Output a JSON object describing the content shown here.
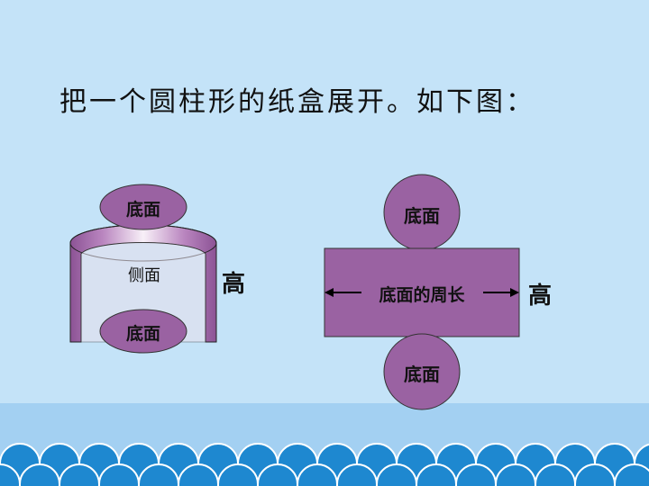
{
  "slide": {
    "title": "把一个圆柱形的纸盒展开。如下图：",
    "cylinder": {
      "top_label": "底面",
      "side_label": "侧面",
      "bottom_label": "底面",
      "height_label": "高"
    },
    "net": {
      "top_circle_label": "底面",
      "rect_label": "底面的周长",
      "height_label": "高",
      "bottom_circle_label": "底面"
    }
  },
  "colors": {
    "background": "#c4e3f8",
    "purple": "#9a62a2",
    "wave": "#1e88d0"
  }
}
